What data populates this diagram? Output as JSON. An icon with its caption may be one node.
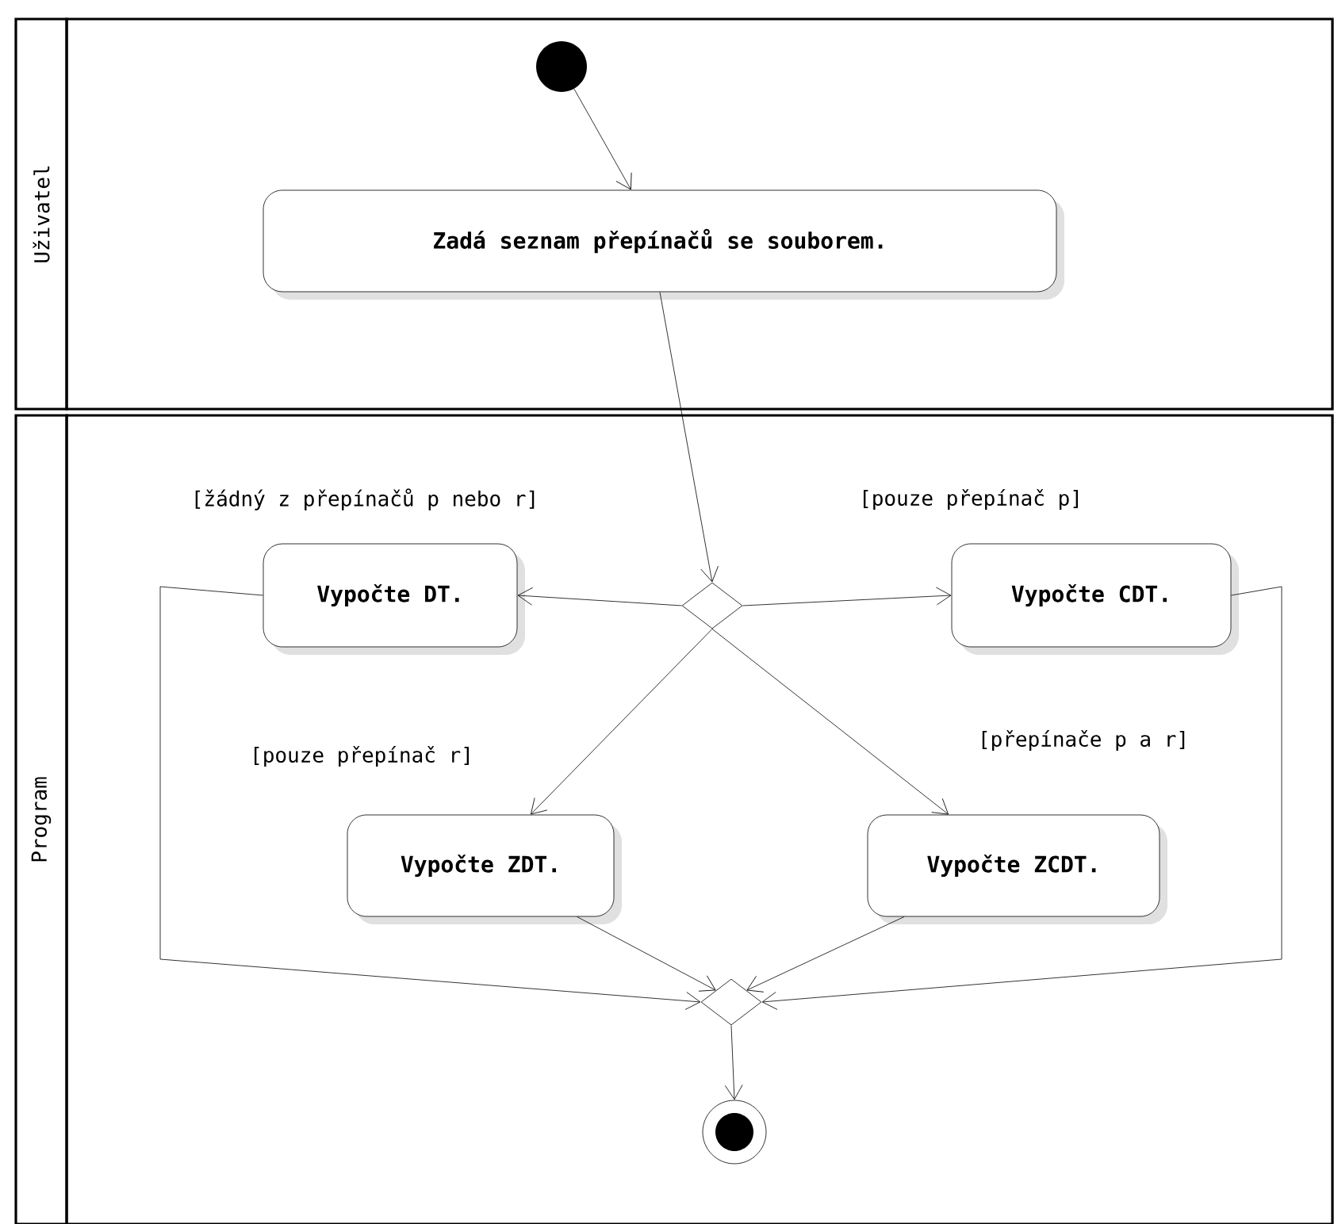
{
  "diagram": {
    "nodes": [
      {
        "text": [
          "Uživatel"
        ]
      },
      {
        "text": [
          "Program"
        ]
      },
      {
        "text": [],
        "shape": "circle",
        "in": 0
      },
      {
        "text": [
          "Zadá seznam přepínačů se souborem."
        ],
        "in": 0
      },
      {
        "text": [],
        "shape": "diamond",
        "in": 1
      },
      {
        "text": [
          "Vypočte DT."
        ],
        "in": 1
      },
      {
        "text": [
          "Vypočte CDT."
        ],
        "in": 1
      },
      {
        "text": [
          "Vypočte ZDT."
        ],
        "in": 1
      },
      {
        "text": [
          "Vypočte ZCDT."
        ],
        "in": 1
      },
      {
        "text": [],
        "shape": "diamond",
        "in": 1
      },
      {
        "text": [],
        "shape": "circle",
        "in": 1
      }
    ],
    "edges": [
      {
        "from": 2,
        "to": 3,
        "arrow": "to"
      },
      {
        "from": 3,
        "to": 4,
        "arrow": "to"
      },
      {
        "from": 4,
        "to": 5,
        "arrow": "to",
        "label": "[žádný z přepínačů p nebo r]"
      },
      {
        "from": 4,
        "to": 6,
        "arrow": "to",
        "label": "[pouze přepínač p]"
      },
      {
        "from": 4,
        "to": 7,
        "arrow": "to",
        "label": "[pouze přepínač r]"
      },
      {
        "from": 4,
        "to": 8,
        "arrow": "to",
        "label": "[přepínače p a r]"
      },
      {
        "from": 5,
        "to": 9,
        "arrow": "to"
      },
      {
        "from": 7,
        "to": 9,
        "arrow": "to"
      },
      {
        "from": 8,
        "to": 9,
        "arrow": "to"
      },
      {
        "from": 6,
        "to": 9,
        "arrow": "to"
      },
      {
        "from": 9,
        "to": 10,
        "arrow": "to"
      }
    ]
  }
}
